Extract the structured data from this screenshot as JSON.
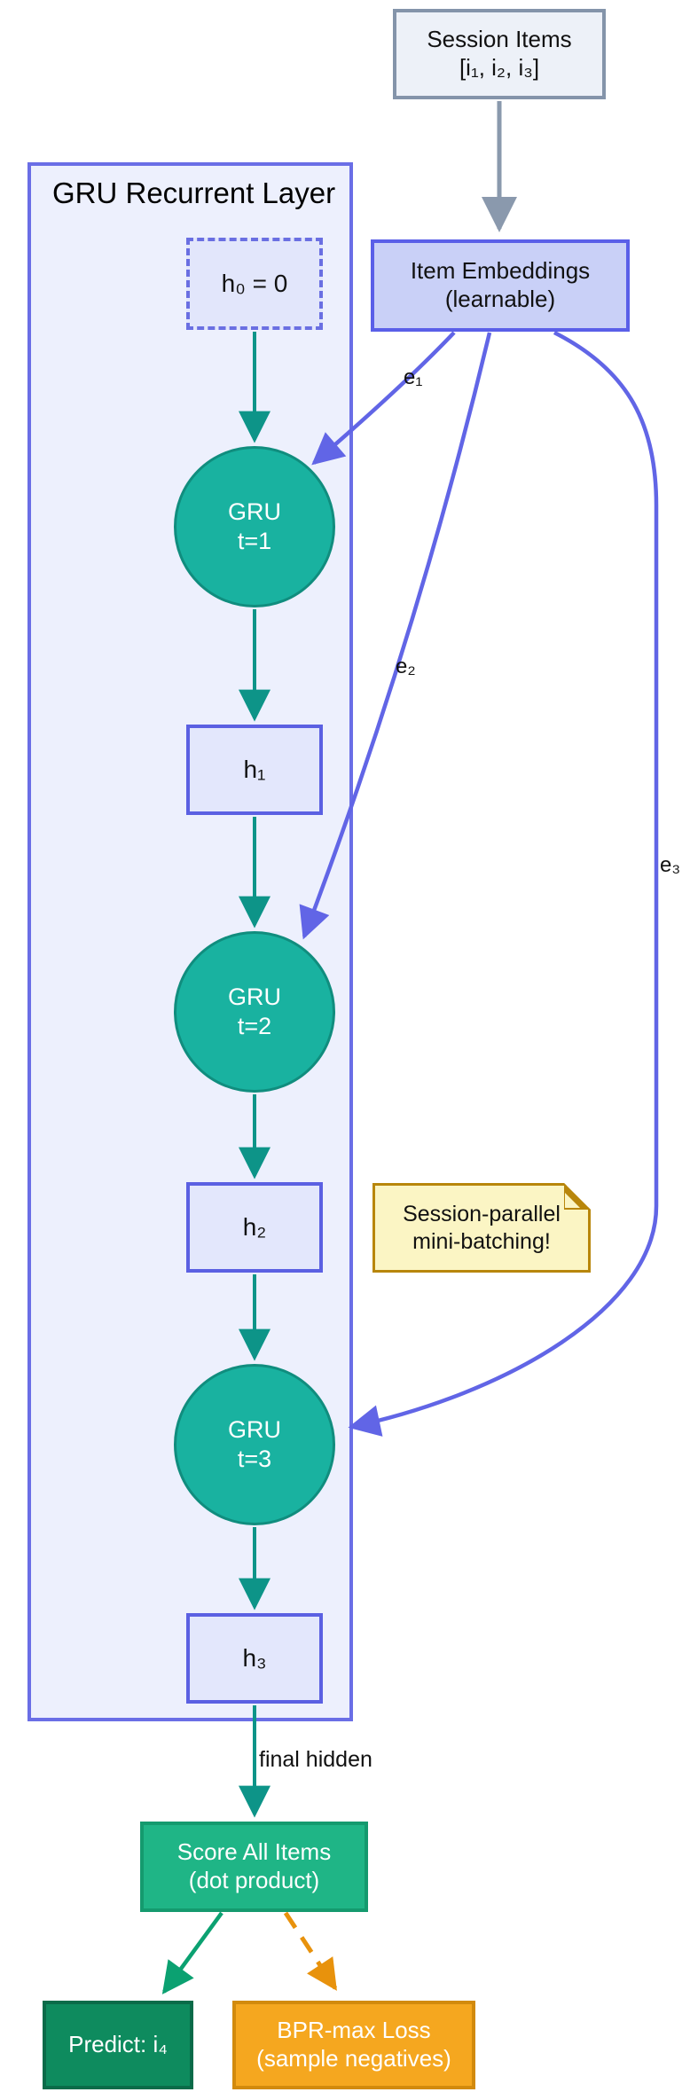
{
  "diagram": {
    "session_items": {
      "line1": "Session Items",
      "line2": "[i₁, i₂, i₃]"
    },
    "item_embeddings": {
      "line1": "Item Embeddings",
      "line2": "(learnable)"
    },
    "gru_layer": {
      "title": "GRU Recurrent Layer"
    },
    "h0": {
      "label": "h₀ = 0"
    },
    "gru_cells": [
      {
        "line1": "GRU",
        "line2": "t=1"
      },
      {
        "line1": "GRU",
        "line2": "t=2"
      },
      {
        "line1": "GRU",
        "line2": "t=3"
      }
    ],
    "hidden_states": [
      {
        "label": "h₁"
      },
      {
        "label": "h₂"
      },
      {
        "label": "h₃"
      }
    ],
    "edge_labels": {
      "e1": "e₁",
      "e2": "e₂",
      "e3": "e₃",
      "final_hidden": "final hidden"
    },
    "note": {
      "line1": "Session-parallel",
      "line2": "mini-batching!"
    },
    "score": {
      "line1": "Score All Items",
      "line2": "(dot product)"
    },
    "predict": {
      "label": "Predict: i₄"
    },
    "bpr": {
      "line1": "BPR-max Loss",
      "line2": "(sample negatives)"
    }
  },
  "colors": {
    "accent_blue": "#6165e6",
    "container_fill": "#edf0fd",
    "container_border": "#6a6ee6",
    "embedding_fill": "#c9d0f7",
    "embedding_border": "#5a5fe8",
    "hidden_fill": "#e3e7fc",
    "hidden_border": "#5b60e2",
    "gru_fill": "#19b2a0",
    "gru_border": "#108d7e",
    "teal_arrow": "#0d9488",
    "gray_fill": "#edf1f8",
    "gray_border": "#8494aa",
    "gray_arrow": "#8a99ad",
    "score_fill": "#1fb586",
    "score_border": "#149a6e",
    "predict_fill": "#0e8b5e",
    "predict_border": "#0a6b49",
    "green_arrow": "#0ba171",
    "bpr_fill": "#f5a71f",
    "bpr_border": "#d28a0d",
    "orange_arrow": "#e8920c",
    "note_fill": "#fbf5c4",
    "note_border": "#b8860b"
  }
}
